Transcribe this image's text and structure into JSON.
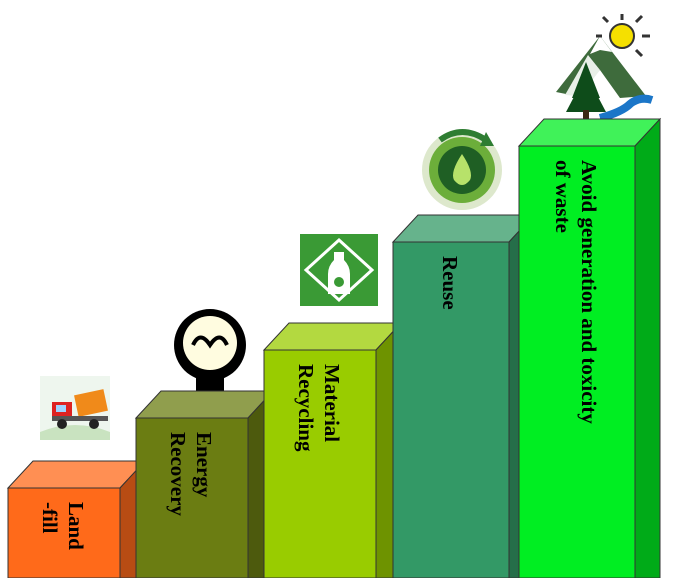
{
  "steps": [
    {
      "id": "landfill",
      "lines": [
        "Land",
        "-fill"
      ],
      "color": "#ff6a1a",
      "icon": "dump-truck-icon"
    },
    {
      "id": "energy-recovery",
      "lines": [
        "Energy",
        "Recovery"
      ],
      "color": "#6b7d12",
      "icon": "light-bulb-icon"
    },
    {
      "id": "material-recycling",
      "lines": [
        "Material",
        "Recycling"
      ],
      "color": "#99cc00",
      "icon": "recycle-bottle-icon"
    },
    {
      "id": "reuse",
      "lines": [
        "Reuse"
      ],
      "color": "#339966",
      "icon": "reuse-drop-icon"
    },
    {
      "id": "avoid-generation",
      "lines": [
        "Avoid generation and toxicity",
        "of waste"
      ],
      "color": "#00ee22",
      "icon": "mountain-landscape-icon"
    }
  ]
}
